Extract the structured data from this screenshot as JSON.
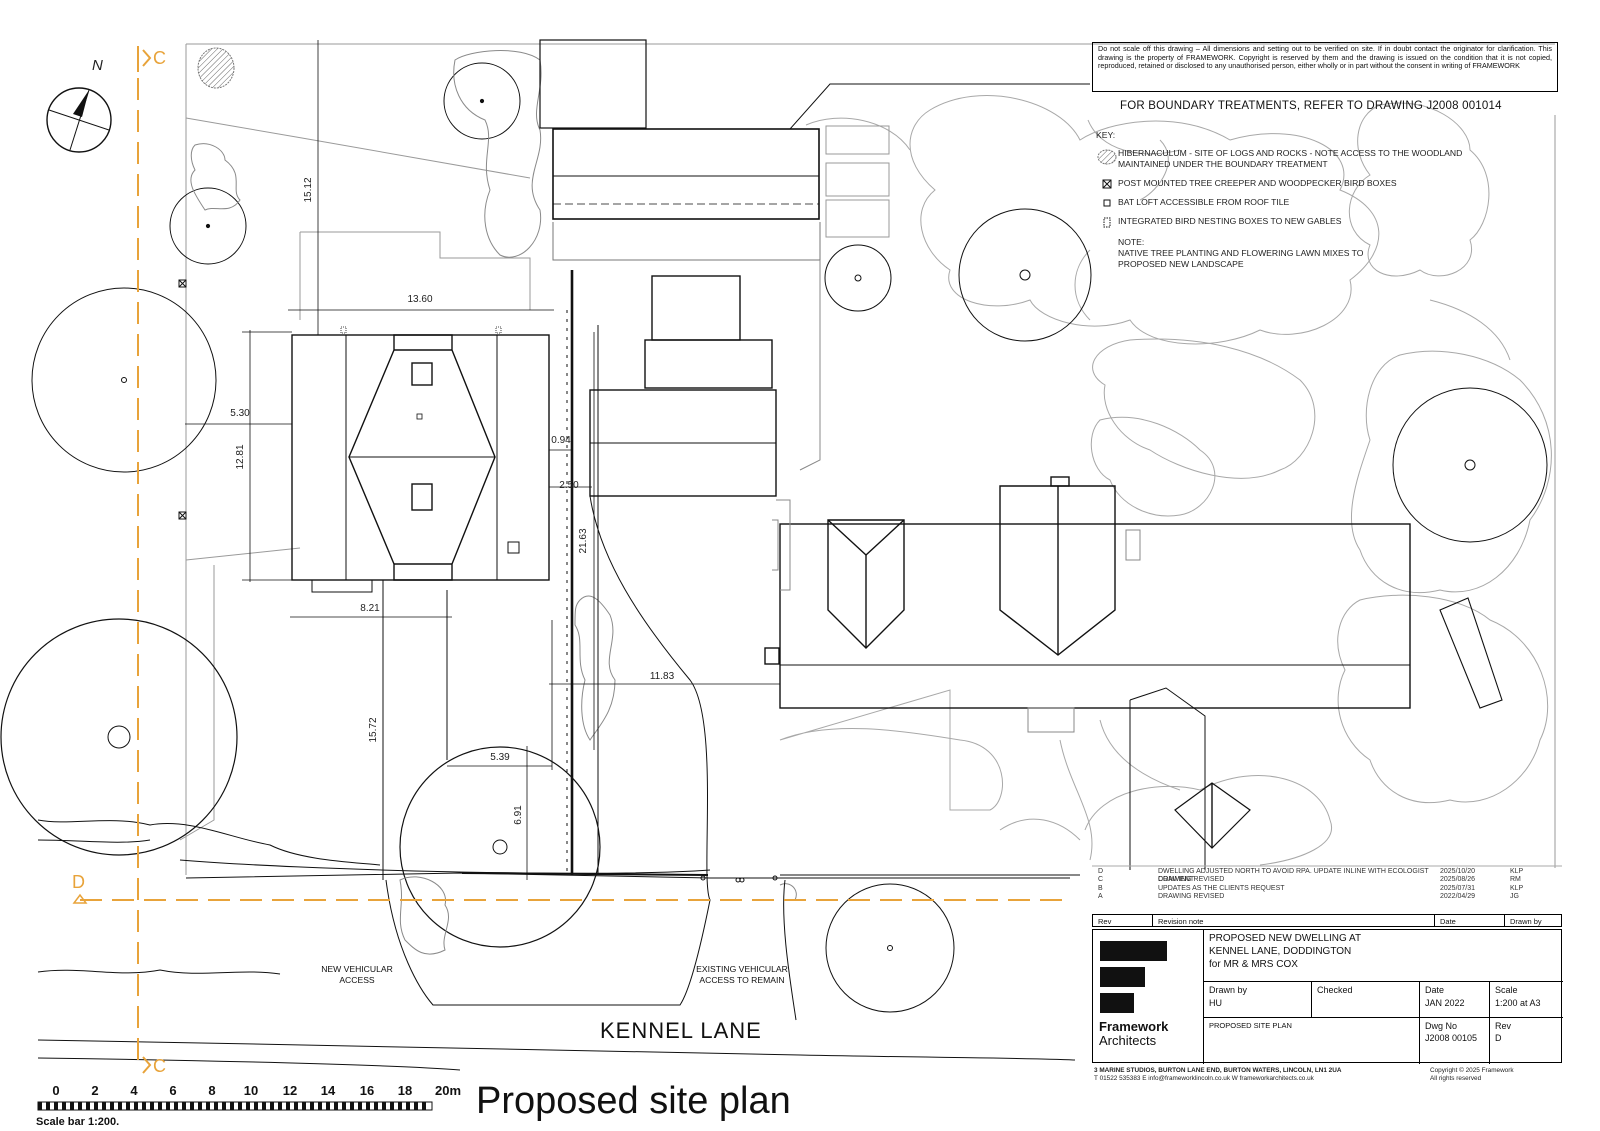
{
  "disclaimer": "Do not scale off this drawing – All dimensions and setting out to be verified on site. If in doubt contact the originator for clarification. This drawing is the property of FRAMEWORK. Copyright is reserved by them and the drawing is issued on the condition that it is not copied, reproduced, retained or disclosed to any unauthorised person, either wholly or in part without the consent in writing of FRAMEWORK",
  "boundary_note": "FOR BOUNDARY TREATMENTS, REFER TO DRAWING  J2008 001014",
  "key": {
    "title": "KEY:",
    "items": [
      {
        "icon": "hatched-circle-icon",
        "label": "HIBERNACULUM - SITE OF LOGS AND ROCKS - NOTE ACCESS TO THE WOODLAND MAINTAINED UNDER THE BOUNDARY TREATMENT"
      },
      {
        "icon": "bird-box-icon",
        "label": "POST MOUNTED TREE CREEPER AND WOODPECKER BIRD BOXES"
      },
      {
        "icon": "square-icon",
        "label": "BAT LOFT ACCESSIBLE FROM ROOF TILE"
      },
      {
        "icon": "dashed-square-icon",
        "label": "INTEGRATED BIRD NESTING BOXES TO NEW GABLES"
      }
    ],
    "note_title": "NOTE:",
    "note": "NATIVE TREE PLANTING AND FLOWERING LAWN MIXES TO PROPOSED NEW LANDSCAPE"
  },
  "north_label": "N",
  "section_marks": {
    "c_top": "C",
    "c_bottom": "C",
    "d_left": "D"
  },
  "dimensions": [
    "15.12",
    "13.60",
    "5.30",
    "12.81",
    "0.94",
    "2.50",
    "21.63",
    "8.21",
    "11.83",
    "15.72",
    "5.39",
    "6.91"
  ],
  "access_new": "NEW VEHICULAR\nACCESS",
  "access_existing": "EXISTING VEHICULAR\nACCESS TO REMAIN",
  "lane_name": "KENNEL LANE",
  "plan_title": "Proposed site plan",
  "scale_bar": {
    "ticks": [
      "0",
      "2",
      "4",
      "6",
      "8",
      "10",
      "12",
      "14",
      "16",
      "18",
      "20m"
    ],
    "caption": "Scale bar 1:200."
  },
  "revisions": [
    {
      "rev": "D",
      "note": "DWELLING ADJUSTED NORTH TO AVOID RPA. UPDATE INLINE WITH ECOLOGIST COMMENT",
      "date": "2025/10/20",
      "by": "KLP"
    },
    {
      "rev": "C",
      "note": "DRAWING REVISED",
      "date": "2025/08/26",
      "by": "RM"
    },
    {
      "rev": "B",
      "note": "UPDATES AS THE CLIENTS REQUEST",
      "date": "2025/07/31",
      "by": "KLP"
    },
    {
      "rev": "A",
      "note": "DRAWING REVISED",
      "date": "2022/04/29",
      "by": "JG"
    }
  ],
  "rev_headers": {
    "rev": "Rev",
    "note": "Revision note",
    "date": "Date",
    "by": "Drawn by"
  },
  "title_block": {
    "project": "PROPOSED NEW DWELLING AT\nKENNEL LANE, DODDINGTON\nfor MR & MRS COX",
    "drawn_by_label": "Drawn by",
    "drawn_by": "HU",
    "checked_label": "Checked",
    "checked": "",
    "date_label": "Date",
    "date": "JAN 2022",
    "scale_label": "Scale",
    "scale": "1:200 at A3",
    "drawing_title": "PROPOSED SITE PLAN",
    "dwg_no_label": "Dwg No",
    "dwg_no": "J2008 00105",
    "rev_label": "Rev",
    "rev": "D",
    "company_line1": "Framework",
    "company_line2": "Architects"
  },
  "address": "3  MARINE STUDIOS,  BURTON LANE END,  BURTON WATERS,  LINCOLN,  LN1 2UA",
  "contact": "T 01522 535383  E info@frameworklincoln.co.uk  W frameworkarchitects.co.uk",
  "copyright": "Copyright © 2025 Framework\nAll rights reserved",
  "colors": {
    "section_line": "#e8a33a",
    "line": "#111111",
    "light_line": "#9a9a9a"
  }
}
